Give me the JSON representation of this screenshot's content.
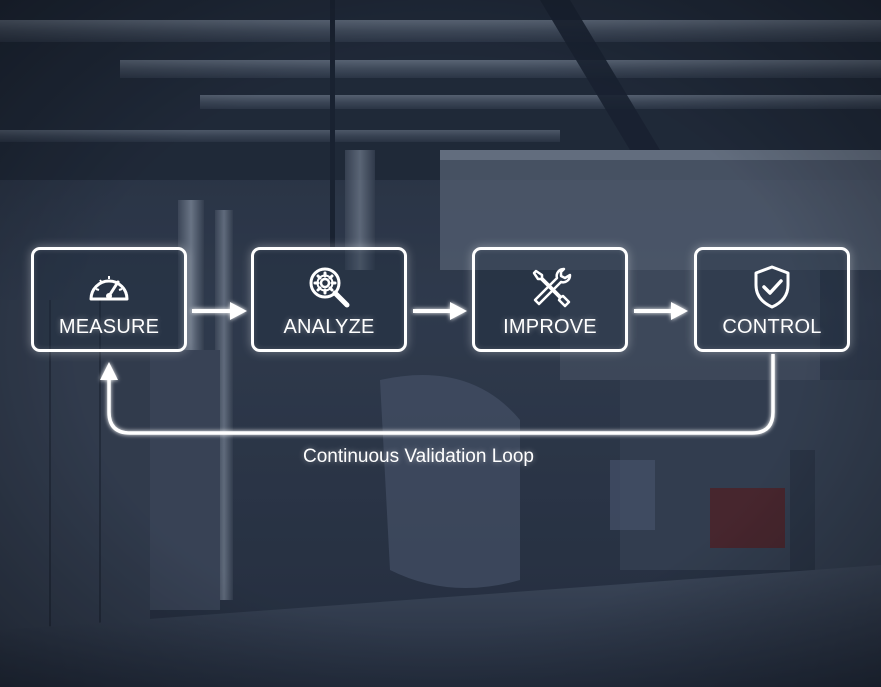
{
  "steps": [
    {
      "label": "MEASURE",
      "icon": "speedometer-icon"
    },
    {
      "label": "ANALYZE",
      "icon": "gear-magnifier-icon"
    },
    {
      "label": "IMPROVE",
      "icon": "wrench-screwdriver-icon"
    },
    {
      "label": "CONTROL",
      "icon": "shield-check-icon"
    }
  ],
  "loop": {
    "label": "Continuous Validation Loop"
  },
  "colors": {
    "accent": "#ffffff",
    "overlay": "#1a2433"
  }
}
